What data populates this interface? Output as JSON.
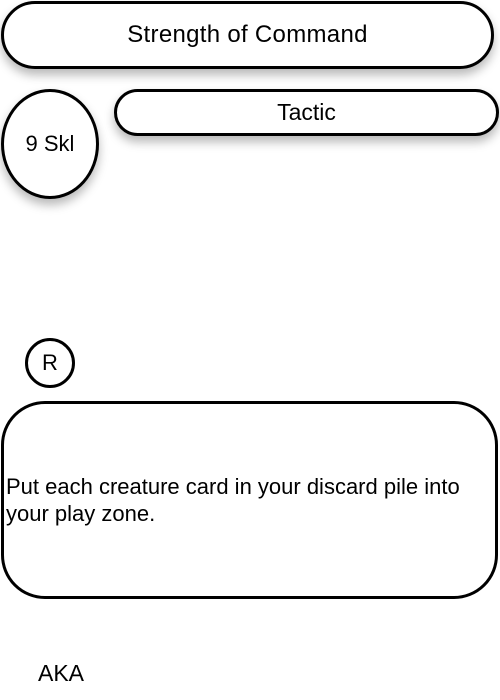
{
  "card": {
    "name": "Strength of Command",
    "cost": "9 Skl",
    "type": "Tactic",
    "rarity": "R",
    "rules_text": "Put each creature card in your discard pile into your play zone.",
    "aka_label": "AKA"
  },
  "colors": {
    "border": "#000000",
    "background": "#ffffff"
  }
}
